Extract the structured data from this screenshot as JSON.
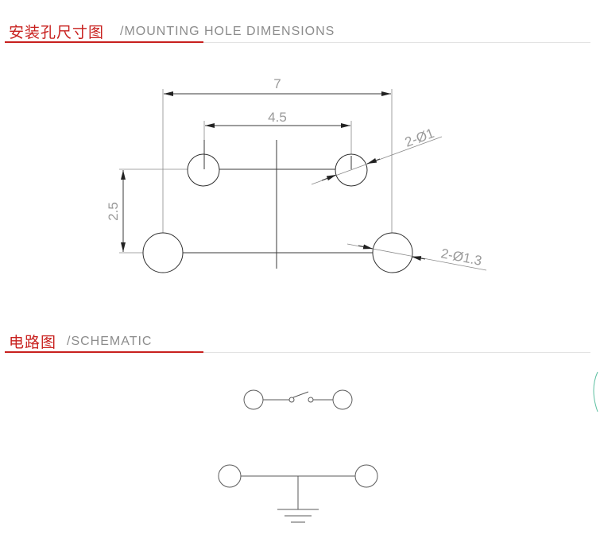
{
  "sections": {
    "mounting": {
      "title_cn": "安装孔尺寸图",
      "title_en": "/MOUNTING HOLE DIMENSIONS"
    },
    "schematic": {
      "title_cn": "电路图",
      "title_en": "/SCHEMATIC"
    }
  },
  "dimensions": {
    "outer_width": "7",
    "inner_width": "4.5",
    "height": "2.5",
    "small_holes": "2-Ø1",
    "large_holes": "2-Ø1.3"
  },
  "colors": {
    "accent_red": "#c8201e",
    "subtitle_gray": "#8c8c8c",
    "line": "#3a3a3a",
    "dimension_text": "#9a9a9a"
  }
}
